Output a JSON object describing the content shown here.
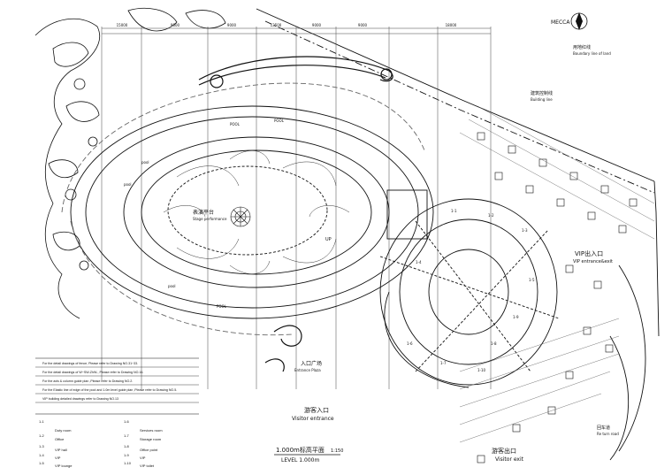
{
  "north": {
    "label": "MECCA"
  },
  "labels": {
    "boundary_cn": "用地红线",
    "boundary_en": "Boundary line of land",
    "building_cn": "建筑控制线",
    "building_en": "Building line",
    "stage_cn": "表演平台",
    "stage_en": "Stage performance",
    "vip_cn": "VIP出入口",
    "vip_en": "VIP entrance&exit",
    "visitor_entrance_cn": "游客入口",
    "visitor_entrance_en": "Visitor entrance",
    "visitor_exit_cn": "游客出口",
    "visitor_exit_en": "Visitor exit",
    "plaza_cn": "入口广场",
    "plaza_en": "Entrance Plaza",
    "return_cn": "回车道",
    "return_en": "Re turn road",
    "pool_a": "POOL",
    "pool_b": "POOL",
    "pool_c": "pool",
    "pool_d": "pool",
    "pool_e": "POOL",
    "pool_f": "pool",
    "up": "UP",
    "title": "1.000m标高平面",
    "scale": "1:150",
    "level": "LEVEL 1.000m"
  },
  "notes": [
    "For the detail drawings of fence, Please refer to Drawing NO.31~33.",
    "For the detail drawings of W~SW-ZhW-, Please refer to Drawing NO.16.",
    "For the axis & column guide plan ,Please refer to Drawing NO.2.",
    "For the Elastic line of edge of the pool and 1.0m level guide plan ,Please refer to Drawing NO.5.",
    "VIP building detailed drawings refer to Drawing NO.13"
  ],
  "legend": [
    {
      "code": "1-1",
      "name": "Duty room"
    },
    {
      "code": "1-2",
      "name": "Office"
    },
    {
      "code": "1-3",
      "name": "VIP hall"
    },
    {
      "code": "1-4",
      "name": "VIP"
    },
    {
      "code": "1-5",
      "name": "VIP lounge"
    },
    {
      "code": "1-6",
      "name": "Services room"
    },
    {
      "code": "1-7",
      "name": "Storage room"
    },
    {
      "code": "1-8",
      "name": "Office point"
    },
    {
      "code": "1-9",
      "name": "VIP"
    },
    {
      "code": "1-10",
      "name": "VIP toilet"
    }
  ],
  "dims": [
    "15000",
    "9000",
    "9000",
    "13500",
    "9000",
    "9000",
    "18000"
  ],
  "room_tags": [
    "1-1",
    "1-2",
    "1-3",
    "1-4",
    "1-5",
    "1-6",
    "1-7",
    "1-8",
    "1-9",
    "1-10"
  ]
}
